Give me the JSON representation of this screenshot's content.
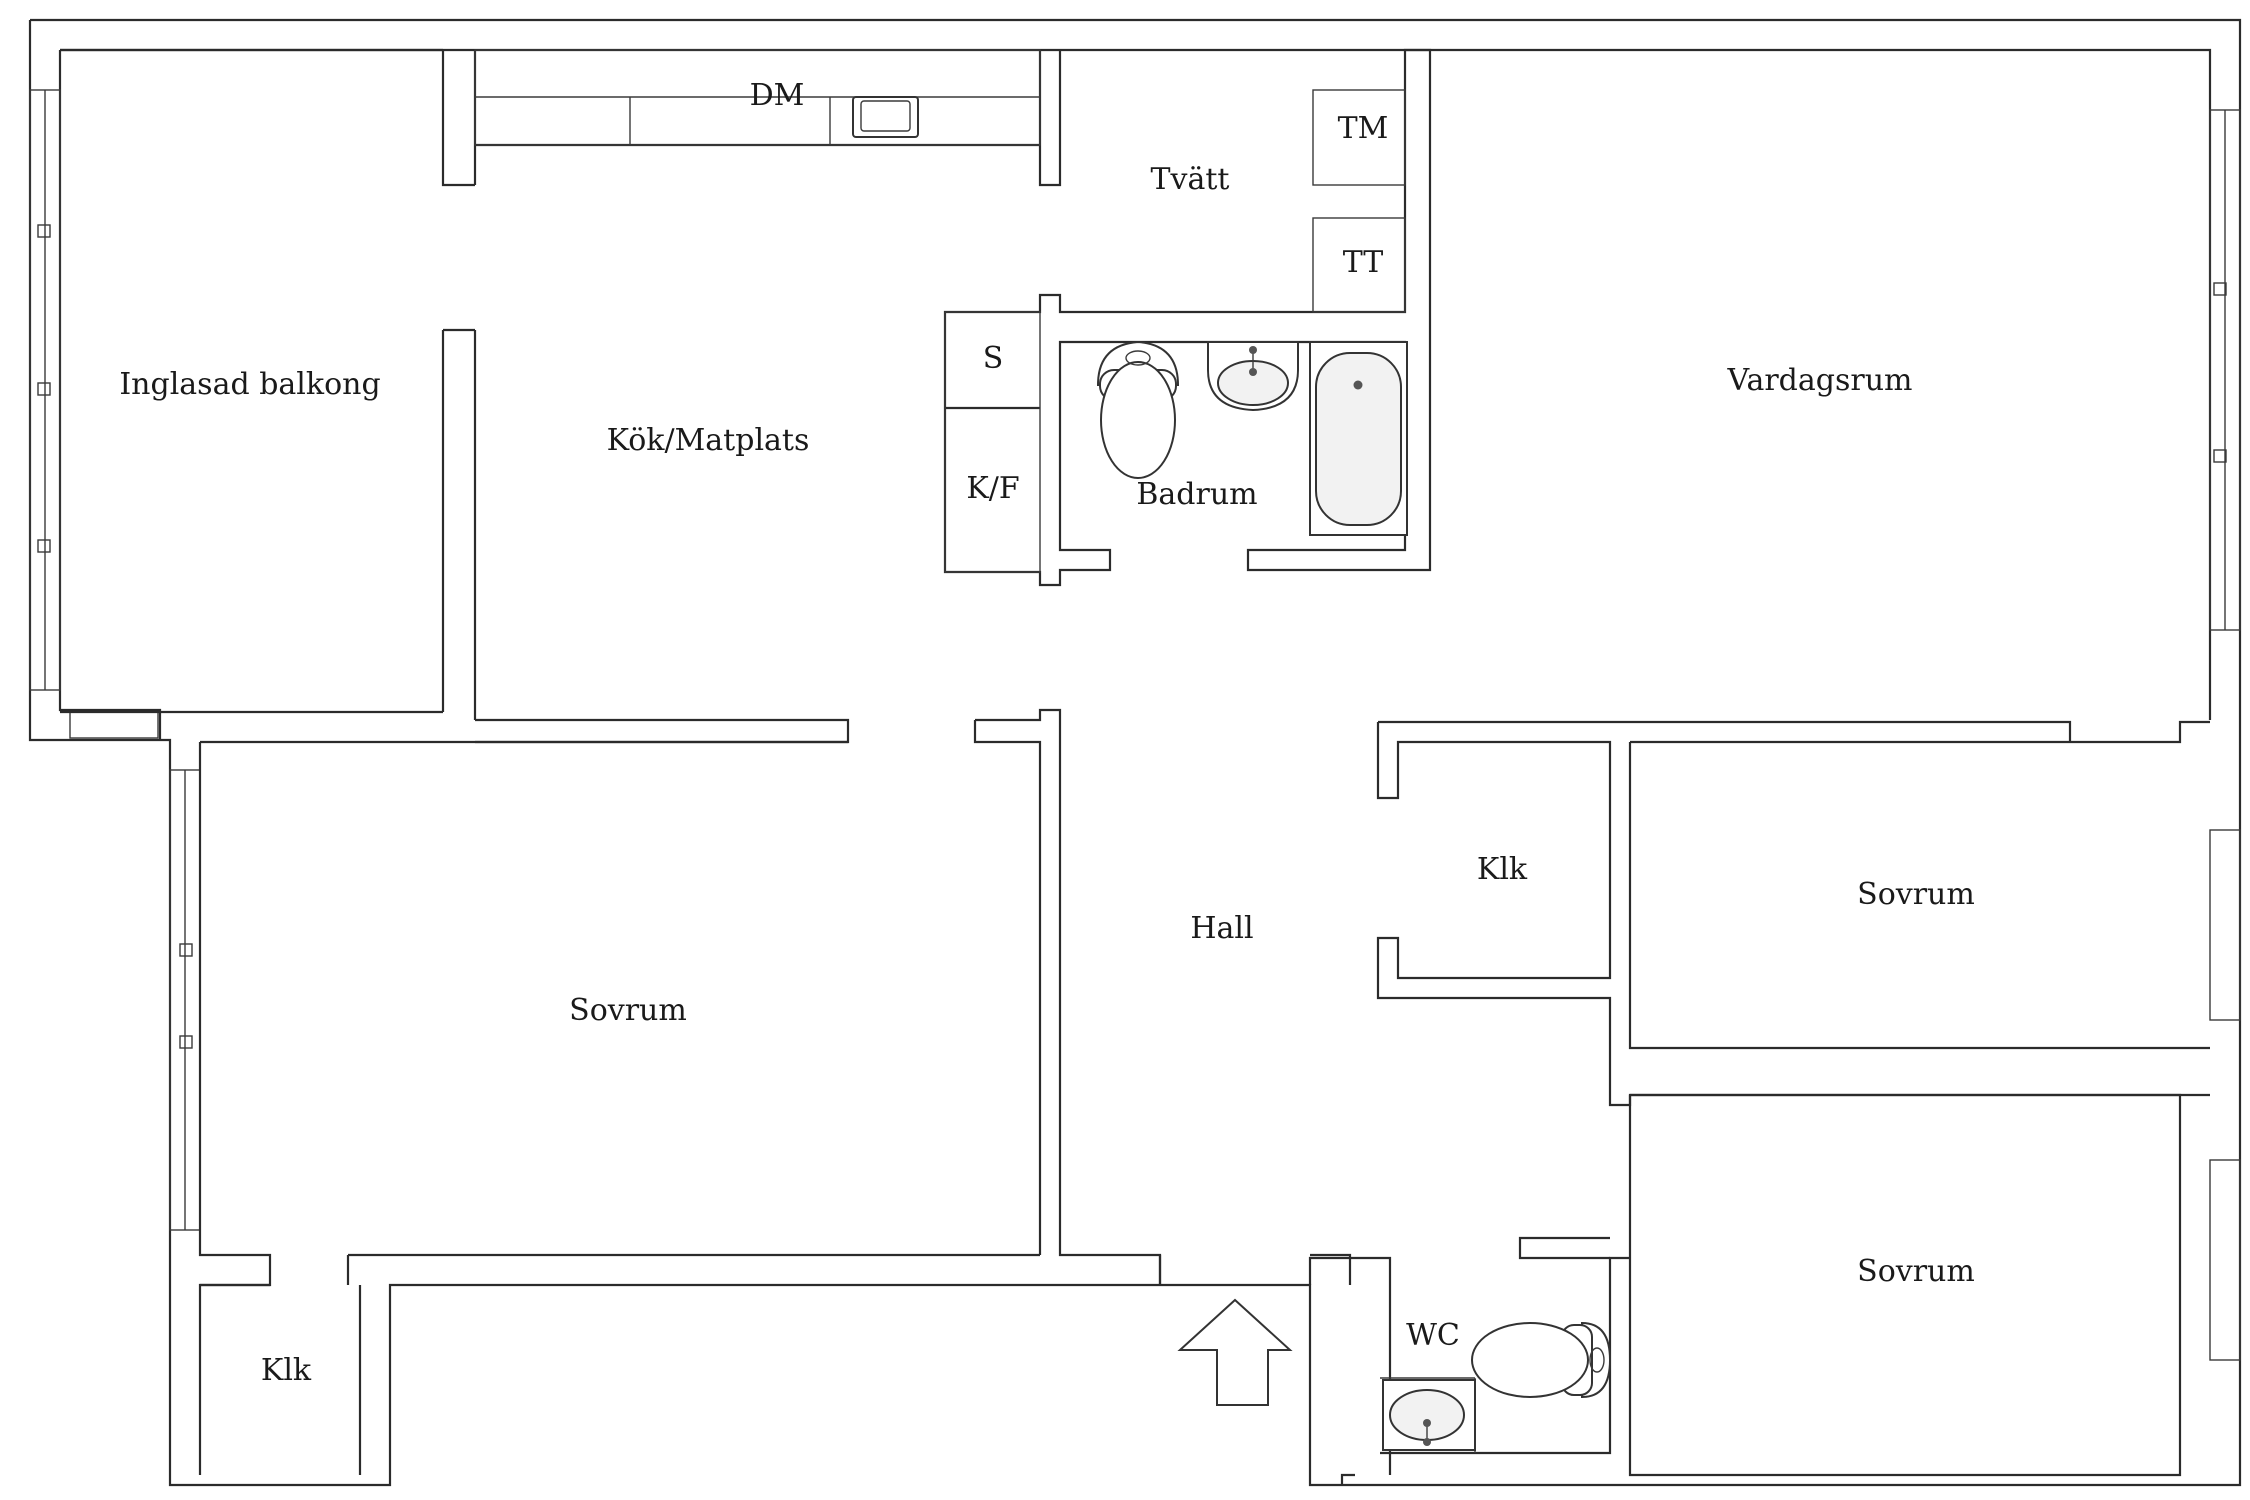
{
  "rooms": {
    "balcony": "Inglasad balkong",
    "kitchen": "Kök/Matplats",
    "dishwasher": "DM",
    "laundry": "Tvätt",
    "washing_machine": "TM",
    "tumble_dryer": "TT",
    "storage": "S",
    "fridge_freezer": "K/F",
    "bathroom": "Badrum",
    "living_room": "Vardagsrum",
    "hall": "Hall",
    "closet_middle": "Klk",
    "bedroom_right_upper": "Sovrum",
    "bedroom_left": "Sovrum",
    "bedroom_right_lower": "Sovrum",
    "closet_left": "Klk",
    "wc": "WC"
  },
  "colors": {
    "wall": "#2b2b2b",
    "background": "#ffffff"
  },
  "icons": [
    "entrance-arrow-icon",
    "toilet-icon",
    "sink-icon",
    "bathtub-icon",
    "kitchen-sink-icon",
    "window-icon"
  ]
}
